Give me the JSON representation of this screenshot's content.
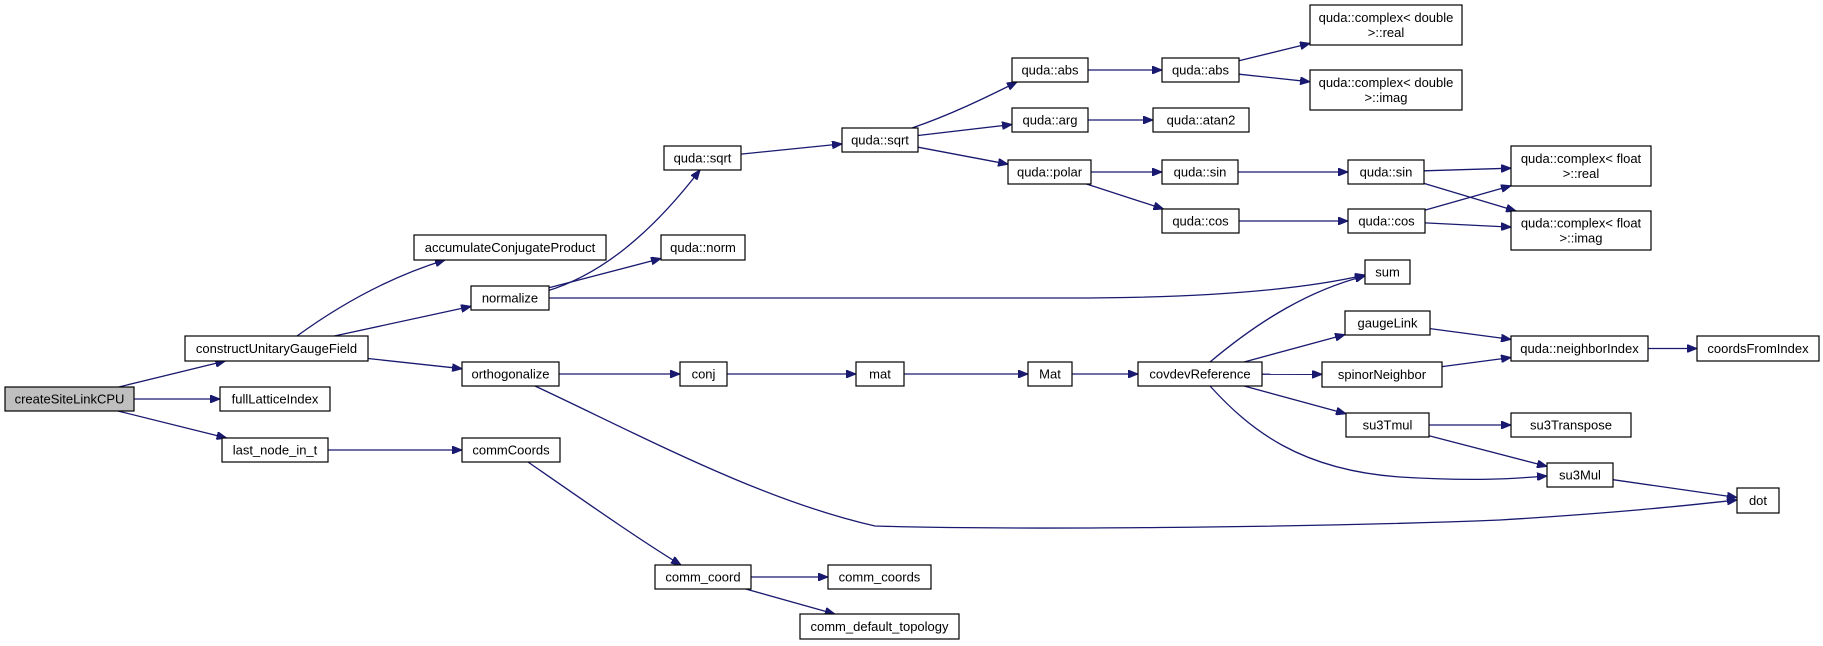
{
  "graph": {
    "nodes": [
      {
        "id": "createSiteLinkCPU",
        "lines": [
          "createSiteLinkCPU"
        ],
        "root": true
      },
      {
        "id": "constructUnitaryGaugeField",
        "lines": [
          "constructUnitaryGaugeField"
        ]
      },
      {
        "id": "fullLatticeIndex",
        "lines": [
          "fullLatticeIndex"
        ]
      },
      {
        "id": "last_node_in_t",
        "lines": [
          "last_node_in_t"
        ]
      },
      {
        "id": "accumulateConjugateProduct",
        "lines": [
          "accumulateConjugateProduct"
        ]
      },
      {
        "id": "normalize",
        "lines": [
          "normalize"
        ]
      },
      {
        "id": "orthogonalize",
        "lines": [
          "orthogonalize"
        ]
      },
      {
        "id": "commCoords",
        "lines": [
          "commCoords"
        ]
      },
      {
        "id": "quda_sqrt_1",
        "lines": [
          "quda::sqrt"
        ]
      },
      {
        "id": "quda_norm",
        "lines": [
          "quda::norm"
        ]
      },
      {
        "id": "conj",
        "lines": [
          "conj"
        ]
      },
      {
        "id": "comm_coord",
        "lines": [
          "comm_coord"
        ]
      },
      {
        "id": "quda_sqrt_2",
        "lines": [
          "quda::sqrt"
        ]
      },
      {
        "id": "mat",
        "lines": [
          "mat"
        ]
      },
      {
        "id": "comm_coords",
        "lines": [
          "comm_coords"
        ]
      },
      {
        "id": "comm_default_topology",
        "lines": [
          "comm_default_topology"
        ]
      },
      {
        "id": "quda_abs_1",
        "lines": [
          "quda::abs"
        ]
      },
      {
        "id": "quda_arg",
        "lines": [
          "quda::arg"
        ]
      },
      {
        "id": "quda_polar",
        "lines": [
          "quda::polar"
        ]
      },
      {
        "id": "Mat",
        "lines": [
          "Mat"
        ]
      },
      {
        "id": "quda_abs_2",
        "lines": [
          "quda::abs"
        ]
      },
      {
        "id": "quda_atan2",
        "lines": [
          "quda::atan2"
        ]
      },
      {
        "id": "quda_sin_1",
        "lines": [
          "quda::sin"
        ]
      },
      {
        "id": "quda_cos_1",
        "lines": [
          "quda::cos"
        ]
      },
      {
        "id": "covdevReference",
        "lines": [
          "covdevReference"
        ]
      },
      {
        "id": "complex_double_real",
        "lines": [
          "quda::complex< double",
          ">::real"
        ]
      },
      {
        "id": "complex_double_imag",
        "lines": [
          "quda::complex< double",
          ">::imag"
        ]
      },
      {
        "id": "quda_sin_2",
        "lines": [
          "quda::sin"
        ]
      },
      {
        "id": "quda_cos_2",
        "lines": [
          "quda::cos"
        ]
      },
      {
        "id": "sum",
        "lines": [
          "sum"
        ]
      },
      {
        "id": "gaugeLink",
        "lines": [
          "gaugeLink"
        ]
      },
      {
        "id": "spinorNeighbor",
        "lines": [
          "spinorNeighbor"
        ]
      },
      {
        "id": "su3Tmul",
        "lines": [
          "su3Tmul"
        ]
      },
      {
        "id": "complex_float_real",
        "lines": [
          "quda::complex< float",
          ">::real"
        ]
      },
      {
        "id": "complex_float_imag",
        "lines": [
          "quda::complex< float",
          ">::imag"
        ]
      },
      {
        "id": "quda_neighborIndex",
        "lines": [
          "quda::neighborIndex"
        ]
      },
      {
        "id": "su3Transpose",
        "lines": [
          "su3Transpose"
        ]
      },
      {
        "id": "su3Mul",
        "lines": [
          "su3Mul"
        ]
      },
      {
        "id": "coordsFromIndex",
        "lines": [
          "coordsFromIndex"
        ]
      },
      {
        "id": "dot",
        "lines": [
          "dot"
        ]
      }
    ],
    "edges": [
      {
        "from": "createSiteLinkCPU",
        "to": "constructUnitaryGaugeField"
      },
      {
        "from": "createSiteLinkCPU",
        "to": "fullLatticeIndex"
      },
      {
        "from": "createSiteLinkCPU",
        "to": "last_node_in_t"
      },
      {
        "from": "constructUnitaryGaugeField",
        "to": "accumulateConjugateProduct"
      },
      {
        "from": "constructUnitaryGaugeField",
        "to": "normalize"
      },
      {
        "from": "constructUnitaryGaugeField",
        "to": "orthogonalize"
      },
      {
        "from": "last_node_in_t",
        "to": "commCoords"
      },
      {
        "from": "normalize",
        "to": "quda_sqrt_1"
      },
      {
        "from": "normalize",
        "to": "quda_norm"
      },
      {
        "from": "normalize",
        "to": "sum"
      },
      {
        "from": "orthogonalize",
        "to": "conj"
      },
      {
        "from": "orthogonalize",
        "to": "dot"
      },
      {
        "from": "commCoords",
        "to": "comm_coord"
      },
      {
        "from": "quda_sqrt_1",
        "to": "quda_sqrt_2"
      },
      {
        "from": "conj",
        "to": "mat"
      },
      {
        "from": "comm_coord",
        "to": "comm_coords"
      },
      {
        "from": "comm_coord",
        "to": "comm_default_topology"
      },
      {
        "from": "quda_sqrt_2",
        "to": "quda_abs_1"
      },
      {
        "from": "quda_sqrt_2",
        "to": "quda_arg"
      },
      {
        "from": "quda_sqrt_2",
        "to": "quda_polar"
      },
      {
        "from": "mat",
        "to": "Mat"
      },
      {
        "from": "quda_abs_1",
        "to": "quda_abs_2"
      },
      {
        "from": "quda_arg",
        "to": "quda_atan2"
      },
      {
        "from": "quda_polar",
        "to": "quda_sin_1"
      },
      {
        "from": "quda_polar",
        "to": "quda_cos_1"
      },
      {
        "from": "Mat",
        "to": "covdevReference"
      },
      {
        "from": "quda_abs_2",
        "to": "complex_double_real"
      },
      {
        "from": "quda_abs_2",
        "to": "complex_double_imag"
      },
      {
        "from": "quda_sin_1",
        "to": "quda_sin_2"
      },
      {
        "from": "quda_cos_1",
        "to": "quda_cos_2"
      },
      {
        "from": "covdevReference",
        "to": "sum"
      },
      {
        "from": "covdevReference",
        "to": "gaugeLink"
      },
      {
        "from": "covdevReference",
        "to": "spinorNeighbor"
      },
      {
        "from": "covdevReference",
        "to": "su3Tmul"
      },
      {
        "from": "covdevReference",
        "to": "su3Mul"
      },
      {
        "from": "quda_sin_2",
        "to": "complex_float_real"
      },
      {
        "from": "quda_sin_2",
        "to": "complex_float_imag"
      },
      {
        "from": "quda_cos_2",
        "to": "complex_float_real"
      },
      {
        "from": "quda_cos_2",
        "to": "complex_float_imag"
      },
      {
        "from": "gaugeLink",
        "to": "quda_neighborIndex"
      },
      {
        "from": "spinorNeighbor",
        "to": "quda_neighborIndex"
      },
      {
        "from": "su3Tmul",
        "to": "su3Transpose"
      },
      {
        "from": "su3Tmul",
        "to": "su3Mul"
      },
      {
        "from": "quda_neighborIndex",
        "to": "coordsFromIndex"
      },
      {
        "from": "su3Mul",
        "to": "dot"
      }
    ],
    "colors": {
      "edge": "#191970",
      "root_fill": "#bfbfbf",
      "node_fill": "#ffffff",
      "node_stroke": "#000000"
    }
  }
}
